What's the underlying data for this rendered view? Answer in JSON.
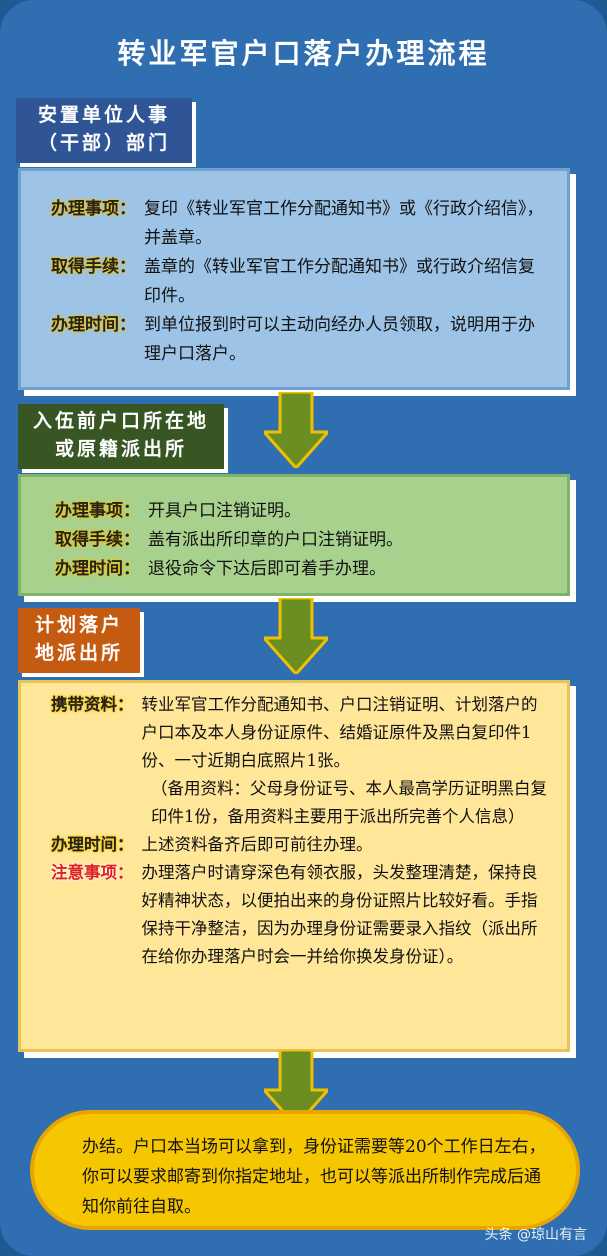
{
  "title": "转业军官户口落户办理流程",
  "section1": {
    "tag": [
      "安置单位人事",
      "（干部）部门"
    ],
    "rows": [
      {
        "label": "办理事项：",
        "text": "复印《转业军官工作分配通知书》或《行政介绍信》，并盖章。"
      },
      {
        "label": "取得手续：",
        "text": "盖章的《转业军官工作分配通知书》或行政介绍信复印件。"
      },
      {
        "label": "办理时间：",
        "text": "到单位报到时可以主动向经办人员领取，说明用于办理户口落户。"
      }
    ]
  },
  "section2": {
    "tag": [
      "入伍前户口所在地",
      "或原籍派出所"
    ],
    "rows": [
      {
        "label": "办理事项：",
        "text": "开具户口注销证明。"
      },
      {
        "label": "取得手续：",
        "text": "盖有派出所印章的户口注销证明。"
      },
      {
        "label": "办理时间：",
        "text": "退役命令下达后即可着手办理。"
      }
    ]
  },
  "section3": {
    "tag": [
      "计划落户",
      "地派出所"
    ],
    "rows": [
      {
        "label": "携带资料：",
        "text": "转业军官工作分配通知书、户口注销证明、计划落户的户口本及本人身份证原件、结婚证原件及黑白复印件1份、一寸近期白底照片1张。"
      },
      {
        "label": "",
        "text": "（备用资料：父母身份证号、本人最高学历证明黑白复印件1份，备用资料主要用于派出所完善个人信息）"
      },
      {
        "label": "办理时间：",
        "text": "上述资料备齐后即可前往办理。"
      },
      {
        "label": "注意事项：",
        "text": "办理落户时请穿深色有领衣服，头发整理清楚，保持良好精神状态，以便拍出来的身份证照片比较好看。手指保持干净整洁，因为办理身份证需要录入指纹（派出所在给你办理落户时会一并给你换发身份证）。"
      }
    ]
  },
  "final_text": "办结。户口本当场可以拿到，身份证需要等20个工作日左右，你可以要求邮寄到你指定地址，也可以等派出所制作完成后通知你前往自取。",
  "watermark": "头条 @琼山有言",
  "colors": {
    "bg": "#2f6fb1",
    "box1": "#9dc3e6",
    "box2": "#a9d18e",
    "box3": "#ffe699",
    "tag1": "#2f5597",
    "tag2": "#375623",
    "tag3": "#c55a11",
    "final": "#f6c600",
    "highlight": "#f7c700",
    "arrow": "#6b8e23"
  }
}
